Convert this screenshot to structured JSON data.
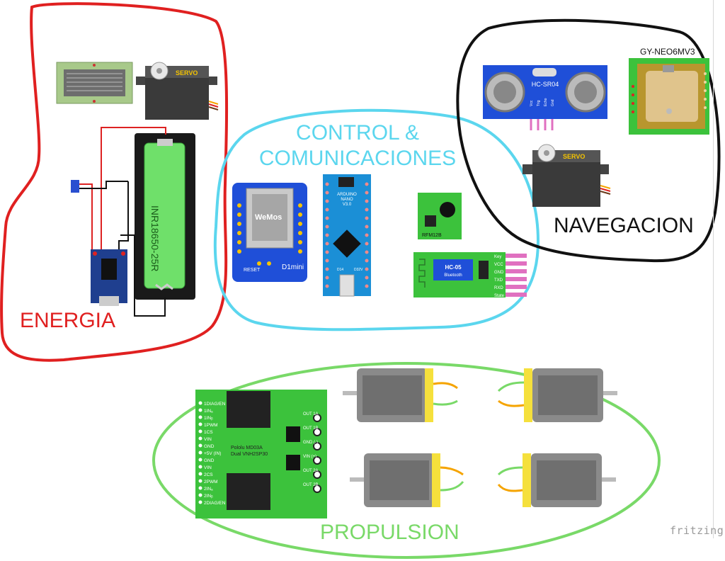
{
  "groups": {
    "energia": {
      "label": "ENERGIA",
      "color": "#e02020"
    },
    "control": {
      "line1": "CONTROL &",
      "line2": "COMUNICACIONES",
      "color": "#5bd6ee"
    },
    "navegacion": {
      "label": "NAVEGACION",
      "color": "#111111"
    },
    "propulsion": {
      "label": "PROPULSION",
      "color": "#79d968"
    }
  },
  "components": {
    "servo_label": "SERVO",
    "battery_label": "INR18650-25R",
    "wemos": {
      "brand": "WeMos",
      "model": "D1mini",
      "reset": "RESET"
    },
    "nano": {
      "line1": "ARDUINO",
      "line2": "NANO",
      "line3": "V3.0",
      "pins_a": "D14",
      "pins_b": "D32V"
    },
    "rfm": "RFM12B",
    "hc05": {
      "name": "HC-05",
      "sub": "Bluetooth",
      "pins": [
        "Key",
        "VCC",
        "GND",
        "TXD",
        "RXD",
        "State"
      ]
    },
    "hcsr04": {
      "name": "HC-SR04",
      "pins": [
        "Vcc",
        "Trig",
        "Echo",
        "Gnd"
      ]
    },
    "gps": "GY-NEO6MV3",
    "driver": {
      "title": "Pololu MD03A",
      "subtitle": "Dual VNH2SP30",
      "left_pins": [
        "1DIAG/EN",
        "1INₐ",
        "1INᵦ",
        "1PWM",
        "1CS",
        "VIN",
        "GND",
        "+5V (IN)",
        "GND",
        "VIN",
        "2CS",
        "2PWM",
        "2INₐ",
        "2INᵦ",
        "2DIAG/EN"
      ],
      "right_pins": [
        "OUT 1A",
        "OUT 1B",
        "GND (-)",
        "VIN (+)",
        "OUT 2A",
        "OUT 2B"
      ]
    }
  },
  "watermark": "fritzing"
}
